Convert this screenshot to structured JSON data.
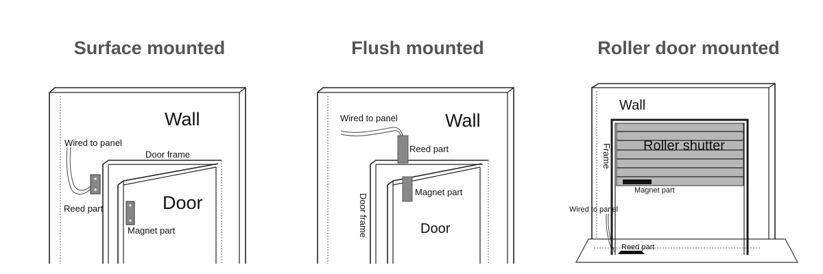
{
  "panels": [
    {
      "title": "Surface mounted",
      "labels": {
        "wall": "Wall",
        "door": "Door",
        "door_frame": "Door frame",
        "wired_to_panel": "Wired to panel",
        "reed_part": "Reed part",
        "magnet_part": "Magnet part"
      }
    },
    {
      "title": "Flush mounted",
      "labels": {
        "wall": "Wall",
        "door": "Door",
        "door_frame": "Door frame",
        "wired_to_panel": "Wired to panel",
        "reed_part": "Reed part",
        "magnet_part": "Magnet part"
      }
    },
    {
      "title": "Roller door mounted",
      "labels": {
        "wall": "Wall",
        "roller_shutter": "Roller shutter",
        "frame": "Frame",
        "wired_to_panel": "Wired to  panel",
        "reed_part": "Reed part",
        "magnet_part": "Magnet part"
      }
    }
  ],
  "colors": {
    "title": "#555555",
    "line": "#222222",
    "part_fill": "#888888",
    "shutter_fill": "#b7b7b7"
  }
}
